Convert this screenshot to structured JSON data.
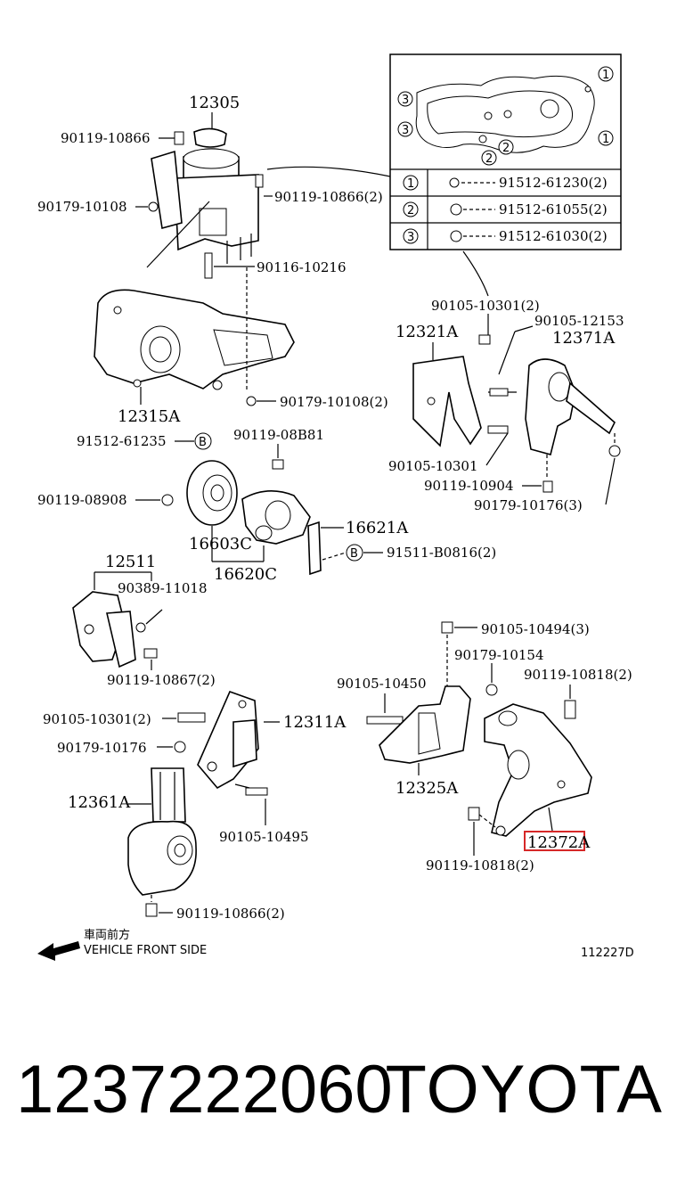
{
  "labels": {
    "p12305": "12305",
    "p90119_10866_a": "90119-10866",
    "p90179_10108_a": "90179-10108",
    "p90119_10866_2": "90119-10866(2)",
    "p90116_10216": "90116-10216",
    "p12315A": "12315A",
    "p90179_10108_2": "90179-10108(2)",
    "p91512_61235": "91512-61235",
    "p90119_08B81": "90119-08B81",
    "p90119_08908": "90119-08908",
    "p16603C": "16603C",
    "p16620C": "16620C",
    "p16621A": "16621A",
    "p91511_B0816_2": "91511-B0816(2)",
    "p90105_10301_2_top": "90105-10301(2)",
    "p12321A": "12321A",
    "p90105_12153": "90105-12153",
    "p12371A": "12371A",
    "p90105_10301": "90105-10301",
    "p90119_10904": "90119-10904",
    "p90179_10176_3": "90179-10176(3)",
    "p12511": "12511",
    "p90389_11018": "90389-11018",
    "p90119_10867_2": "90119-10867(2)",
    "p90105_10301_2_mid": "90105-10301(2)",
    "p12311A": "12311A",
    "p90179_10176": "90179-10176",
    "p12361A": "12361A",
    "p90105_10495": "90105-10495",
    "p90119_10866_2_bot": "90119-10866(2)",
    "p90105_10494_3": "90105-10494(3)",
    "p90179_10154": "90179-10154",
    "p90105_10450": "90105-10450",
    "p90119_10818_2_top": "90119-10818(2)",
    "p12325A": "12325A",
    "p12372A": "12372A",
    "p90119_10818_2_bot": "90119-10818(2)",
    "circle_b": "B",
    "front_jp": "車両前方",
    "front_en": "VEHICLE FRONT SIDE",
    "ref_code": "112227D"
  },
  "legend": {
    "rows": [
      {
        "num": "1",
        "part": "91512-61230(2)"
      },
      {
        "num": "2",
        "part": "91512-61055(2)"
      },
      {
        "num": "3",
        "part": "91512-61030(2)"
      }
    ],
    "inset_markers": [
      "1",
      "1",
      "2",
      "2",
      "3",
      "3"
    ]
  },
  "highlight_color": "#d62828",
  "footer": {
    "part_number": "1237222060",
    "brand": "TOYOTA"
  }
}
